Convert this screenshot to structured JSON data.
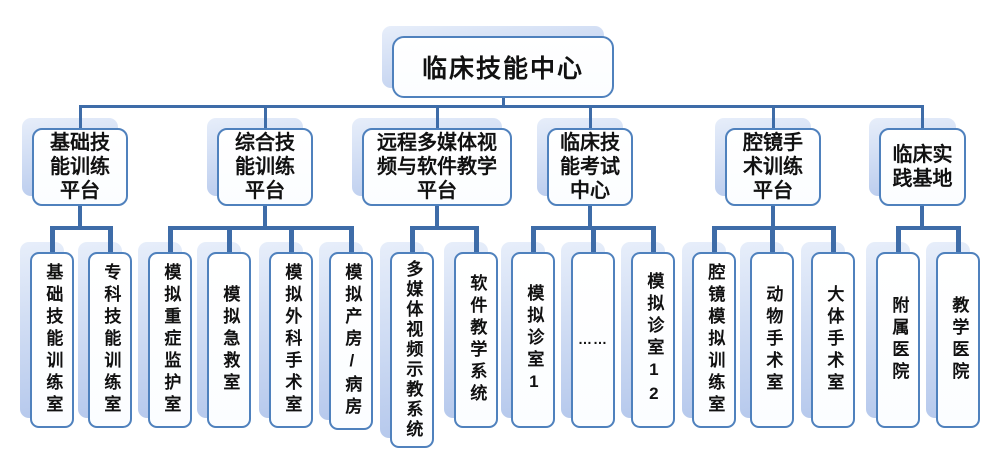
{
  "theme": {
    "border-blue": "#4f81bd",
    "line-blue": "#3e6ca8",
    "shadow-top": "#e7eefa",
    "shadow-bottom": "#b5c8ec",
    "text": "#111111"
  },
  "tree": {
    "root": {
      "label": "临床技能中心"
    },
    "groups": [
      {
        "label": "基础技能训练平台",
        "children": [
          "基础技能训练室",
          "专科技能训练室"
        ]
      },
      {
        "label": "综合技能训练平台",
        "children": [
          "模拟重症监护室",
          "模拟急救室",
          "模拟外科手术室",
          "模拟产房/病房"
        ]
      },
      {
        "label": "远程多媒体视频与软件教学平台",
        "children": [
          "多媒体视频示教系统",
          "软件教学系统"
        ]
      },
      {
        "label": "临床技能考试中心",
        "children": [
          "模拟诊室1",
          "……",
          "模拟诊室12"
        ]
      },
      {
        "label": "腔镜手术训练平台",
        "children": [
          "腔镜模拟训练室",
          "动物手术室",
          "大体手术室"
        ]
      },
      {
        "label": "临床实践基地",
        "children": [
          "附属医院",
          "教学医院"
        ]
      }
    ]
  }
}
